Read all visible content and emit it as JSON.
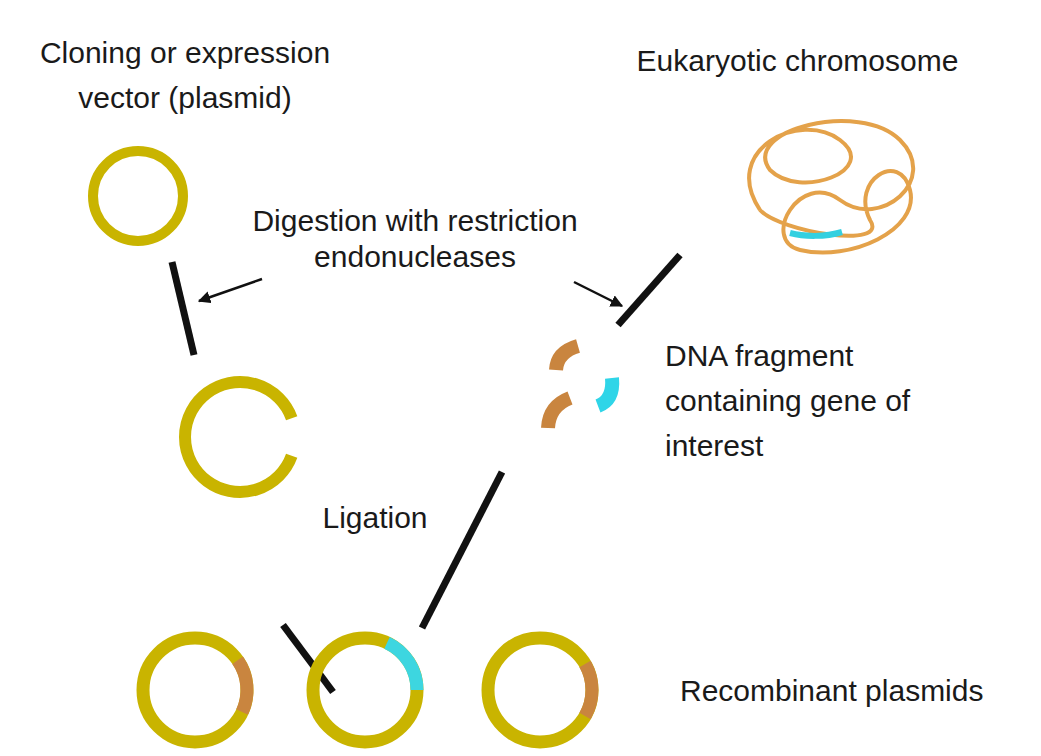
{
  "diagram": {
    "nodes": [
      {
        "text": [
          "Cloning or expression vector (plasmid)"
        ]
      },
      {
        "text": [
          "Eukaryotic chromosome"
        ]
      },
      {
        "text": [
          "DNA fragment containing gene of interest"
        ]
      },
      {
        "text": [
          "Recombinant plasmids"
        ]
      }
    ],
    "edges": [
      {
        "from": 1,
        "to": 2,
        "arrow": "none"
      },
      {
        "from": 2,
        "to": 3,
        "arrow": "none"
      }
    ],
    "labels": [
      "Digestion with restriction endonucleases",
      "Ligation"
    ]
  }
}
